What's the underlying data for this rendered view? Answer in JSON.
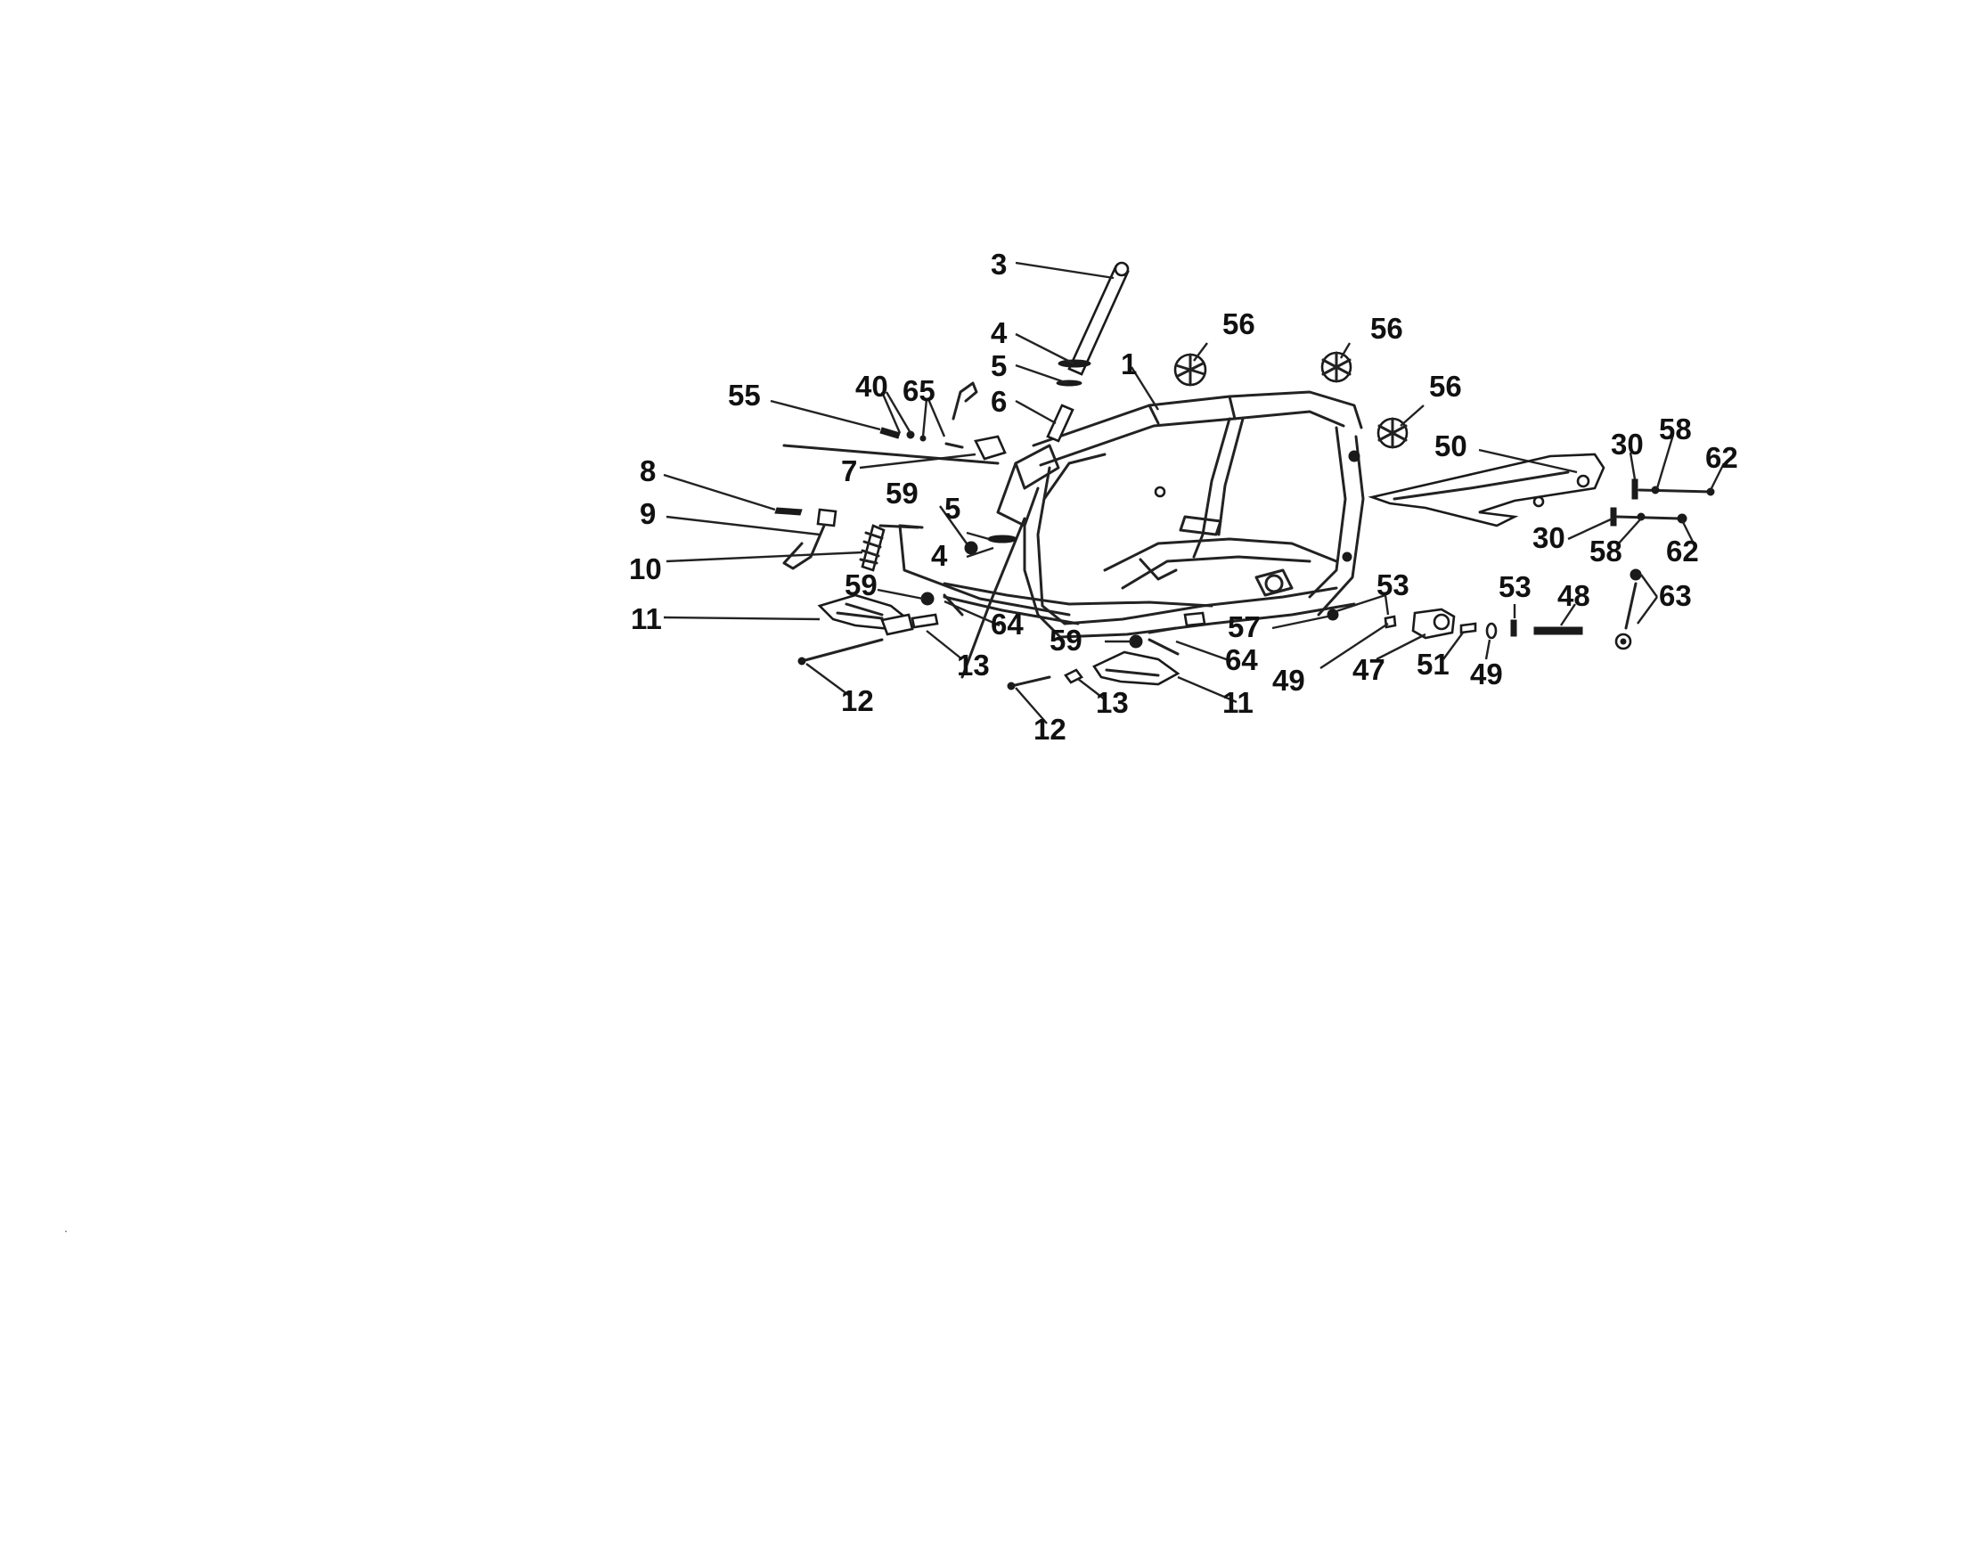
{
  "diagram": {
    "callouts": [
      "3",
      "4",
      "5",
      "6",
      "1",
      "56",
      "56",
      "56",
      "55",
      "40",
      "65",
      "7",
      "8",
      "9",
      "10",
      "59",
      "5",
      "4",
      "59",
      "64",
      "11",
      "13",
      "12",
      "59",
      "64",
      "13",
      "12",
      "11",
      "53",
      "57",
      "49",
      "47",
      "51",
      "53",
      "49",
      "48",
      "50",
      "30",
      "58",
      "62",
      "30",
      "58",
      "62",
      "63"
    ],
    "corner_mark": "."
  }
}
